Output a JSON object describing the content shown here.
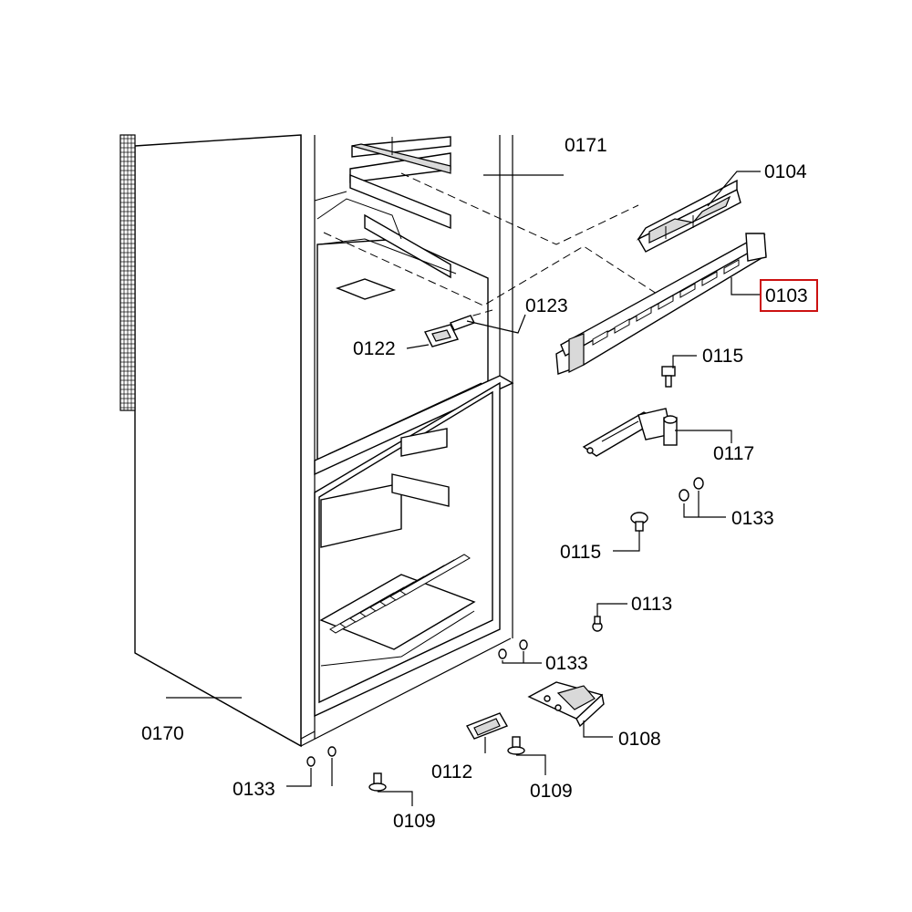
{
  "diagram": {
    "highlight_color": "#cc1111",
    "labels": {
      "p0171": "0171",
      "p0104": "0104",
      "p0103": "0103",
      "p0123": "0123",
      "p0122": "0122",
      "p0115a": "0115",
      "p0117": "0117",
      "p0133a": "0133",
      "p0115b": "0115",
      "p0113": "0113",
      "p0133b": "0133",
      "p0170": "0170",
      "p0108": "0108",
      "p0112": "0112",
      "p0133c": "0133",
      "p0109a": "0109",
      "p0109b": "0109"
    },
    "highlighted_part": "0103"
  }
}
